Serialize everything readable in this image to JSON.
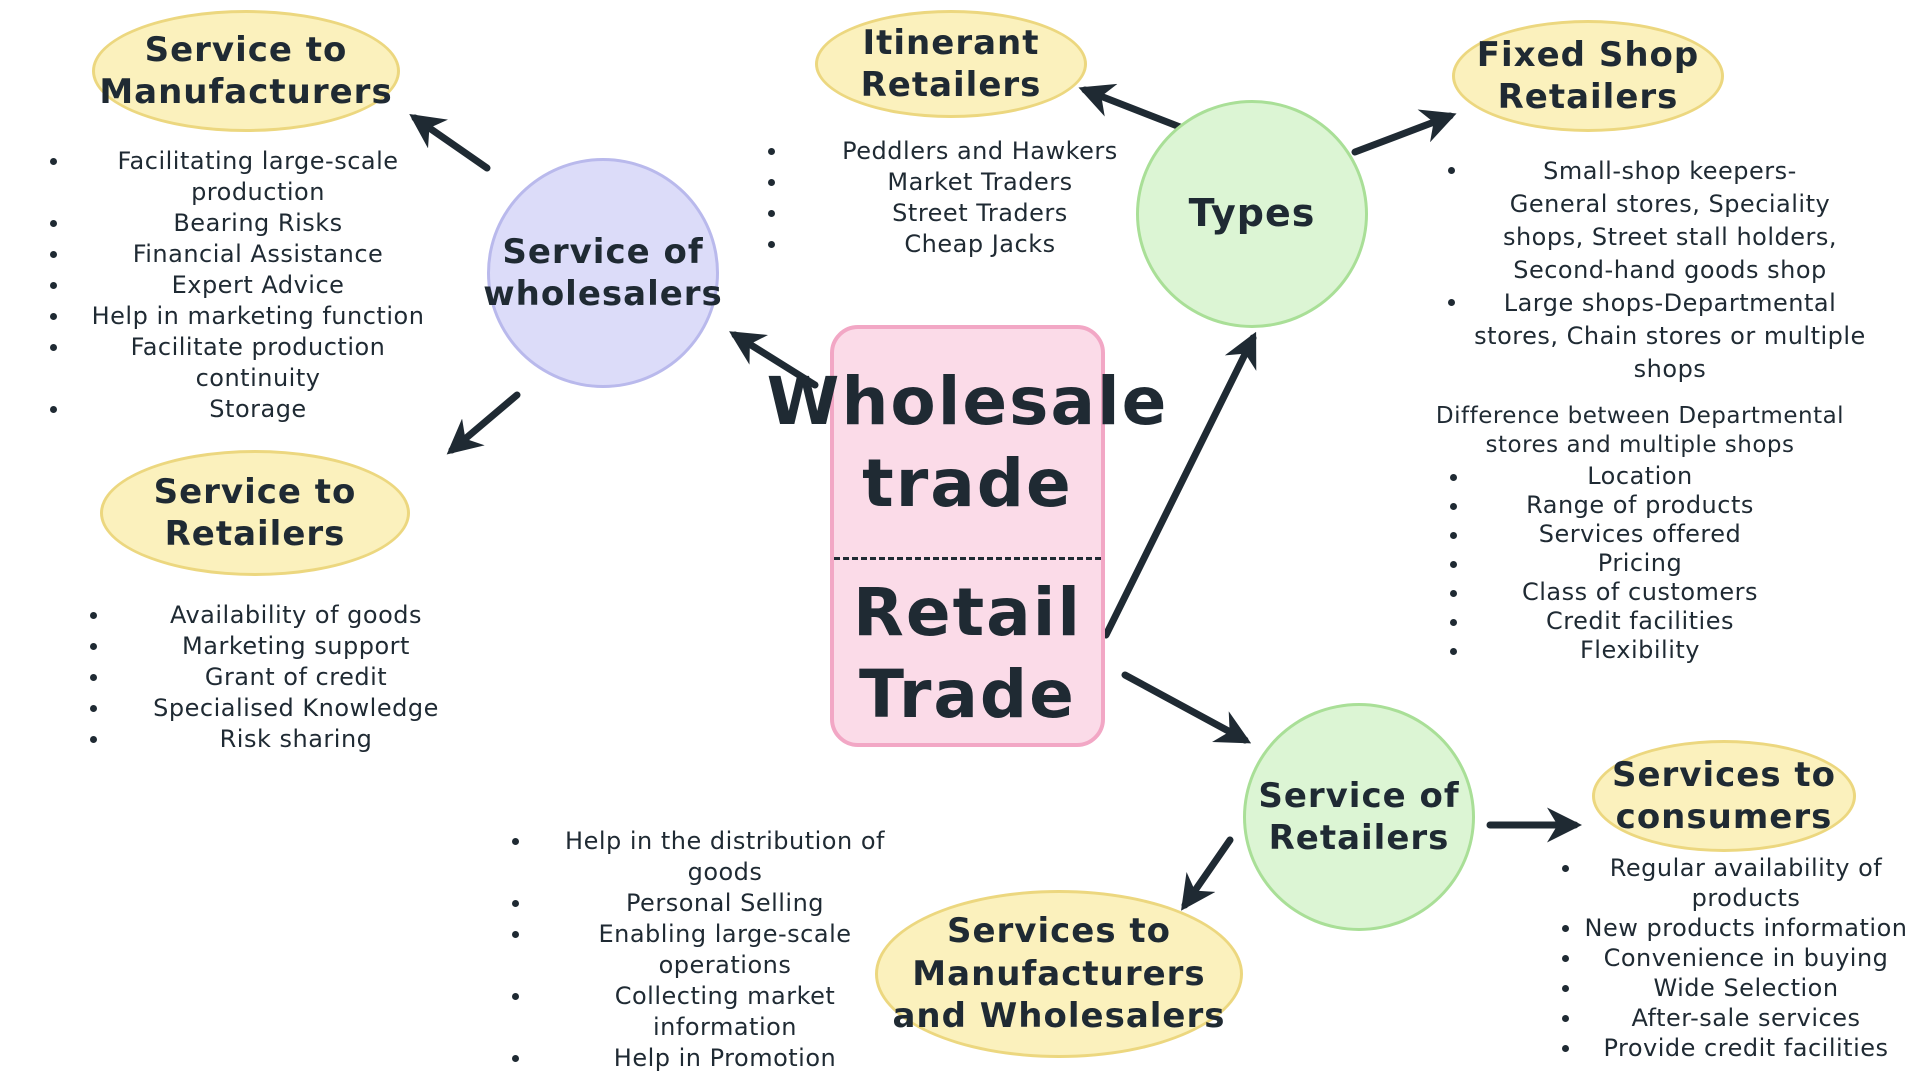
{
  "center": {
    "top": "Wholesale\ntrade",
    "bottom": "Retail\nTrade"
  },
  "nodes": {
    "service_to_manufacturers": "Service to\nManufacturers",
    "service_of_wholesalers": "Service of\nwholesalers",
    "service_to_retailers": "Service to\nRetailers",
    "itinerant_retailers": "Itinerant\nRetailers",
    "types": "Types",
    "fixed_shop_retailers": "Fixed Shop\nRetailers",
    "service_of_retailers": "Service of\nRetailers",
    "services_to_consumers": "Services to\nconsumers",
    "services_to_manufacturers_and_wholesalers": "Services to\nManufacturers\nand Wholesalers"
  },
  "lists": {
    "manufacturers": [
      "Facilitating large-scale\nproduction",
      "Bearing Risks",
      "Financial Assistance",
      "Expert Advice",
      "Help in marketing function",
      "Facilitate production\ncontinuity",
      "Storage"
    ],
    "retailers": [
      "Availability of goods",
      "Marketing support",
      "Grant of credit",
      "Specialised Knowledge",
      "Risk sharing"
    ],
    "itinerant": [
      "Peddlers and Hawkers",
      "Market Traders",
      "Street Traders",
      "Cheap Jacks"
    ],
    "fixed_shop": [
      "Small-shop keepers-\nGeneral stores, Speciality\nshops, Street stall holders,\nSecond-hand goods shop",
      "Large shops-Departmental\nstores, Chain stores or multiple\nshops"
    ],
    "difference_heading": "Difference between Departmental\nstores and multiple shops",
    "difference": [
      "Location",
      "Range of products",
      "Services offered",
      "Pricing",
      "Class of customers",
      "Credit facilities",
      "Flexibility"
    ],
    "manufacturers_and_wholesalers": [
      "Help in the distribution of\ngoods",
      "Personal Selling",
      "Enabling large-scale\noperations",
      "Collecting market\ninformation",
      "Help in Promotion"
    ],
    "consumers": [
      "Regular availability of\nproducts",
      "New products information",
      "Convenience in buying",
      "Wide Selection",
      "After-sale services",
      "Provide credit facilities"
    ]
  },
  "colors": {
    "ink": "#1f2a33",
    "oval_fill": "#fbf1bd",
    "purple_fill": "#dcdcf9",
    "green_fill": "#dcf5d4",
    "pink_fill": "#fbdbe8"
  }
}
